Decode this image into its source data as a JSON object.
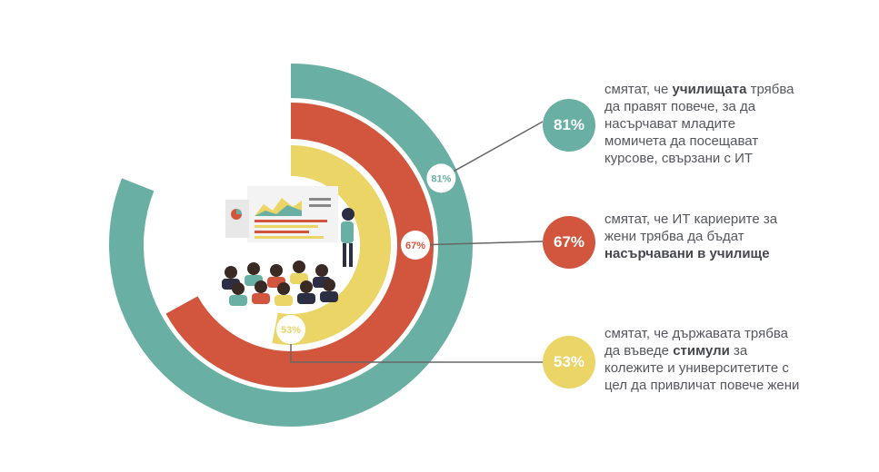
{
  "chart_data": {
    "type": "radial-bar",
    "max": 100,
    "series": [
      {
        "value": 81,
        "label": "81%",
        "color": "#6aafa3"
      },
      {
        "value": 67,
        "label": "67%",
        "color": "#d2563e"
      },
      {
        "value": 53,
        "label": "53%",
        "color": "#ead566"
      }
    ]
  },
  "stats": [
    {
      "pct": "81%",
      "color": "#6aafa3",
      "text_parts": [
        "смятат, че ",
        "училищата",
        " трябва да правят повече, за да насърчават младите момичета да посещават курсове, свързани с ИТ"
      ]
    },
    {
      "pct": "67%",
      "color": "#d2563e",
      "text_parts": [
        "смятат, че ИТ кариерите за жени трябва да бъдат ",
        "насърчавани в училище",
        ""
      ]
    },
    {
      "pct": "53%",
      "color": "#ead566",
      "text_parts": [
        "смятат, че държавата трябва да въведе ",
        "стимули",
        " за колежите и университетите с цел да привличат повече жени"
      ]
    }
  ],
  "illustration": {
    "name": "presentation-audience-illustration"
  }
}
